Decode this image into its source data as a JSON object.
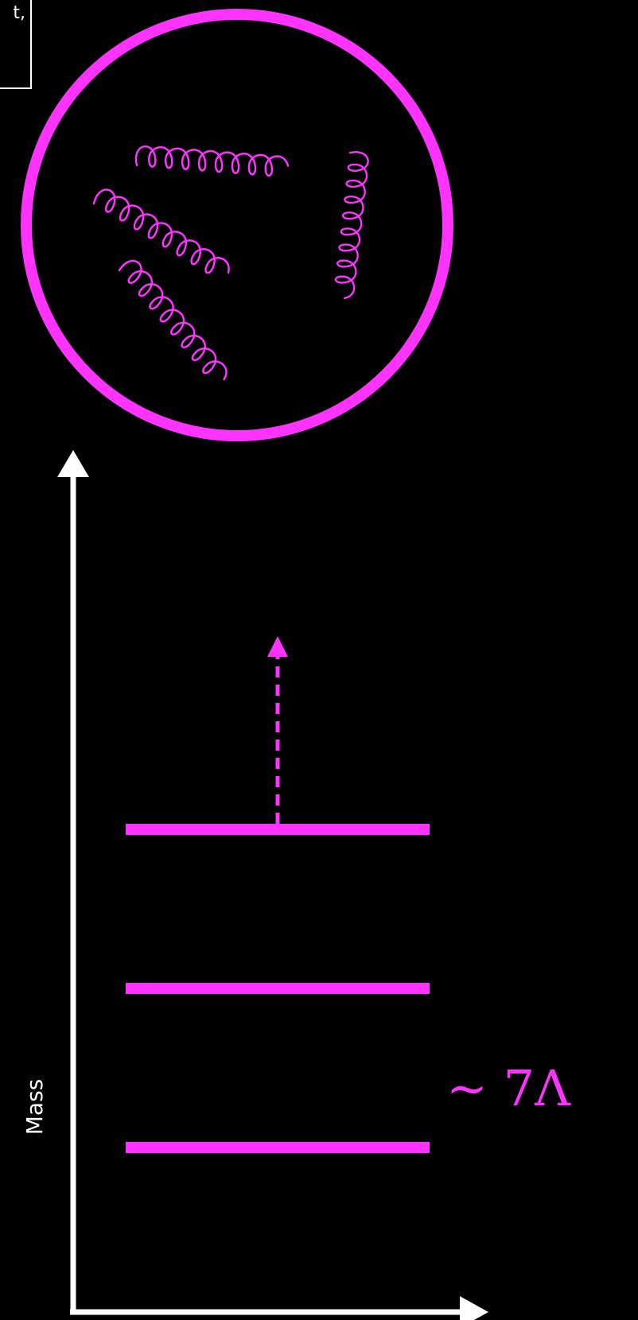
{
  "corner_note": {
    "text": "t,"
  },
  "axis": {
    "y_label": "Mass"
  },
  "levels": {
    "count": 3,
    "lowest_label": "∼ 7Λ"
  },
  "colors": {
    "background": "#000000",
    "axis": "#ffffff",
    "accent": "#ff33ff"
  },
  "icons": [
    "gluon-coil-icon",
    "dashed-up-arrow-icon"
  ]
}
